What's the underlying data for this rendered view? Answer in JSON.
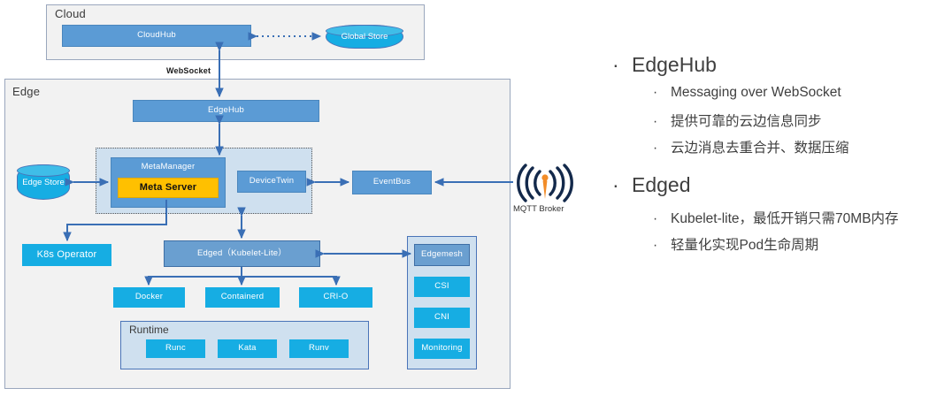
{
  "diagram": {
    "cloud": {
      "title": "Cloud",
      "cloudhub": "CloudHub",
      "global_store": "Global Store"
    },
    "link_label": "WebSocket",
    "edge": {
      "title": "Edge",
      "edgehub": "EdgeHub",
      "meta_panel": {
        "metamanager": "MetaManager",
        "meta_server": "Meta Server",
        "devicetwin": "DeviceTwin"
      },
      "edge_store": "Edge Store",
      "eventbus": "EventBus",
      "k8s_operator": "K8s Operator",
      "edged": "Edged（Kubelet-Lite）",
      "runtimes": [
        "Docker",
        "Containerd",
        "CRI-O"
      ],
      "runtime_panel": {
        "title": "Runtime",
        "items": [
          "Runc",
          "Kata",
          "Runv"
        ]
      },
      "right_column": [
        "Edgemesh",
        "CSI",
        "CNI",
        "Monitoring"
      ]
    },
    "mqtt_broker": "MQTT Broker"
  },
  "notes": {
    "sections": [
      {
        "heading": "EdgeHub",
        "items": [
          "Messaging over WebSocket",
          "提供可靠的云边信息同步",
          "云边消息去重合并、数据压缩"
        ]
      },
      {
        "heading": "Edged",
        "items": [
          "Kubelet-lite，最低开销只需70MB内存",
          "轻量化实现Pod生命周期"
        ]
      }
    ]
  },
  "colors": {
    "blue": "#5b9bd5",
    "cyan": "#16ade3",
    "amber": "#ffc000",
    "panel": "#cfe0ef",
    "group": "#f2f2f2",
    "arrow": "#3a6fb5",
    "mqtt_dark": "#13294b",
    "mqtt_accent": "#f28c28"
  }
}
